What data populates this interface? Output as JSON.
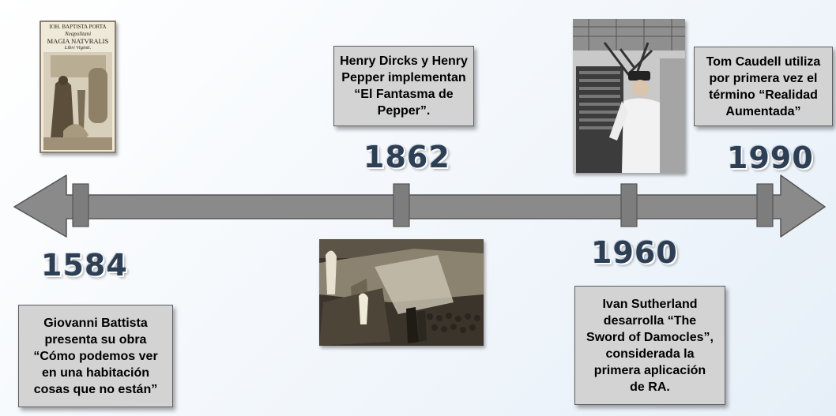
{
  "timeline": {
    "events": [
      {
        "year": "1584",
        "text": [
          "Giovanni Battista",
          "presenta su obra",
          "“Cómo podemos ver",
          "en una habitación",
          "cosas que no están”"
        ]
      },
      {
        "year": "1862",
        "text": [
          "Henry Dircks y Henry",
          "Pepper implementan",
          "“El Fantasma de",
          "Pepper”."
        ]
      },
      {
        "year": "1960",
        "text": [
          "Ivan Sutherland",
          "desarrolla “The",
          "Sword of Damocles”,",
          "considerada la",
          "primera aplicación",
          "de RA."
        ]
      },
      {
        "year": "1990",
        "text": [
          "Tom Caudell utiliza",
          "por primera vez el",
          "término “Realidad",
          "Aumentada”"
        ]
      }
    ]
  },
  "images": {
    "book_cover": {
      "icon": "book-cover-engraving-icon",
      "lines": [
        "IOH. BAPTISTA PORTA",
        "Neapolitani",
        "MAGIA NATVRALIS",
        "Libri Viginti."
      ]
    },
    "pepper_ghost": {
      "icon": "pepper-ghost-theatre-engraving-icon"
    },
    "sutherland_photo": {
      "icon": "head-mounted-display-photo-icon"
    }
  },
  "colors": {
    "arrow": "#8a8a8a",
    "arrow_stroke": "#555555",
    "box_fill": "#d3d3d3",
    "year_text": "#2d3f54"
  }
}
